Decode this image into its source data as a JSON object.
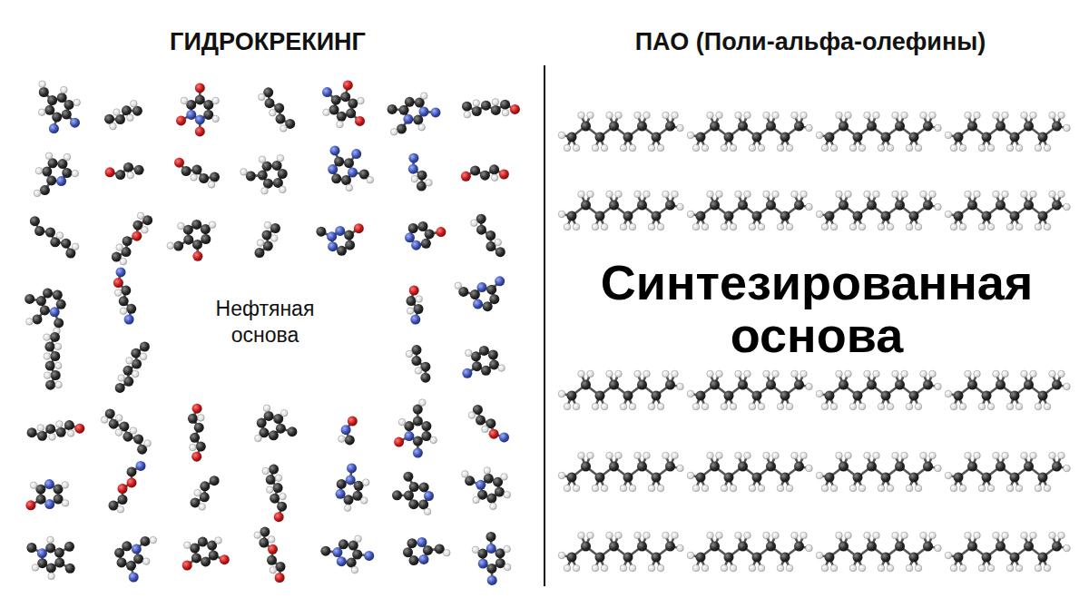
{
  "diagram": {
    "labels": [
      "ГИДРОКРЕКИНГ",
      "ПАО (Поли-альфа-олефины)",
      "Нефтяная основа",
      "Синтезированная основа"
    ]
  }
}
